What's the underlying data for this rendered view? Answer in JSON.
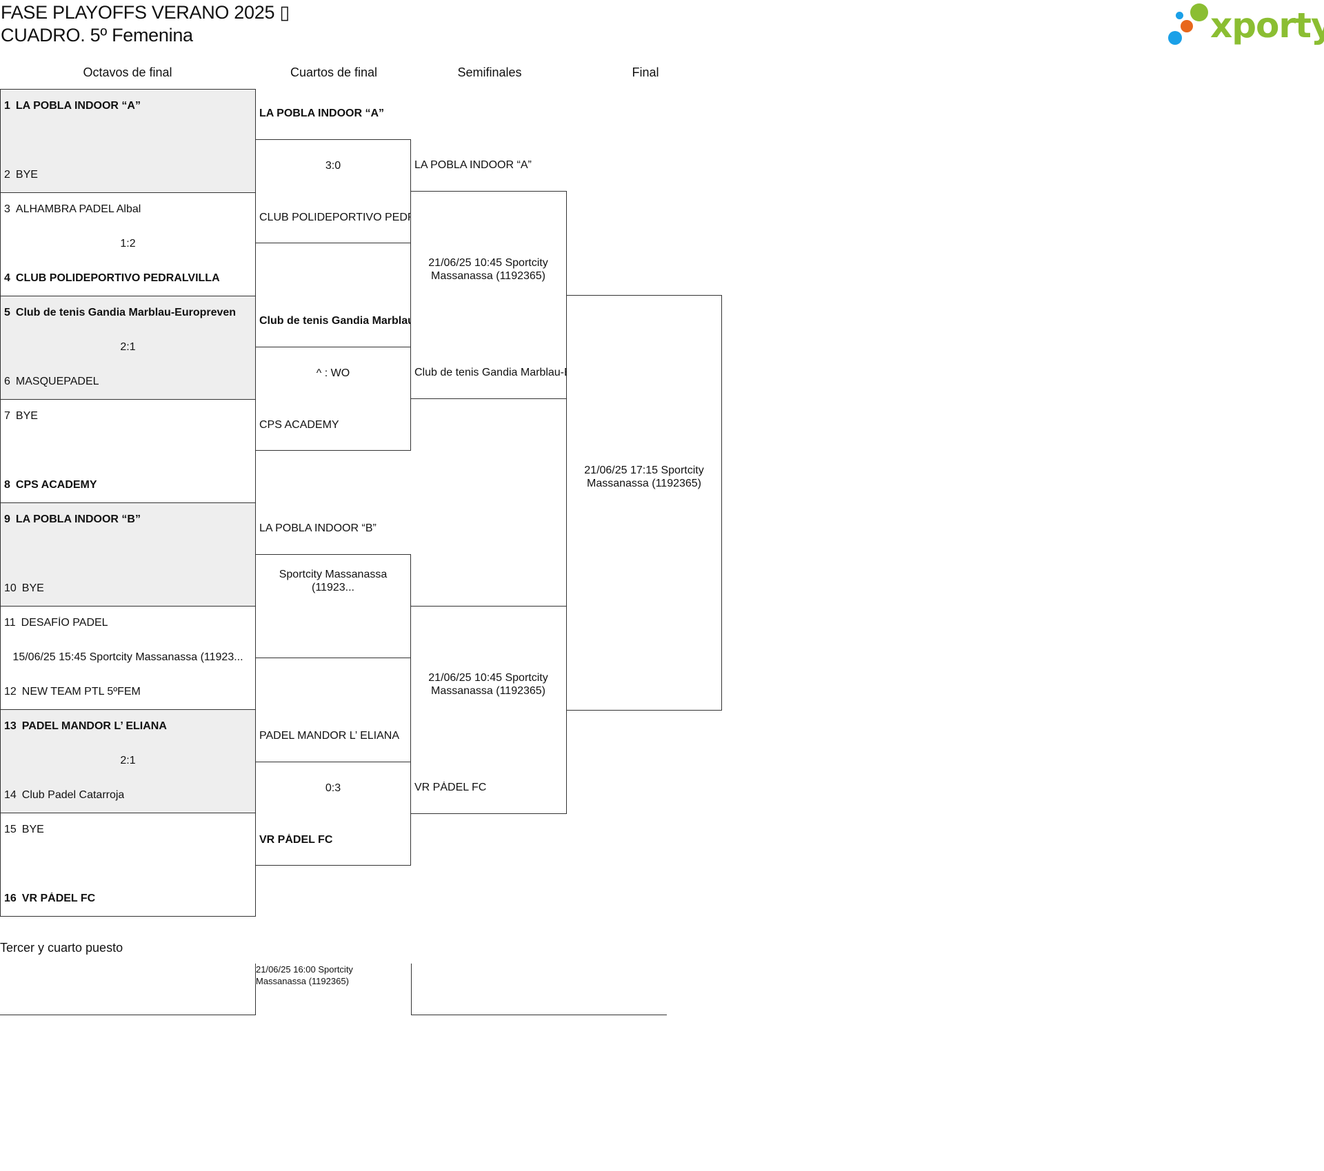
{
  "header": {
    "title_line1": "FASE PLAYOFFS VERANO 2025 ▯",
    "title_line2": "CUADRO. 5º Femenina",
    "logo_text": "xporty",
    "colors": {
      "logo_green": "#8bbe32",
      "logo_orange": "#e8671c",
      "logo_blue": "#1aa0e8",
      "grey_box": "#eeeeee",
      "border": "#333333"
    }
  },
  "columns": {
    "r16": "Octavos de final",
    "qf": "Cuartos de final",
    "sf": "Semifinales",
    "final": "Final"
  },
  "round_of_16": [
    {
      "top_num": "1",
      "top": "LA POBLA INDOOR “A”",
      "mid": "",
      "bot_num": "2",
      "bot": "BYE"
    },
    {
      "top_num": "3",
      "top": "ALHAMBRA PADEL Albal",
      "mid": "1:2",
      "bot_num": "4",
      "bot": "CLUB POLIDEPORTIVO PEDRALVILLA"
    },
    {
      "top_num": "5",
      "top": "Club de tenis Gandia Marblau-Europreven",
      "mid": "2:1",
      "bot_num": "6",
      "bot": "MASQUEPADEL"
    },
    {
      "top_num": "7",
      "top": "BYE",
      "mid": "",
      "bot_num": "8",
      "bot": "CPS ACADEMY"
    },
    {
      "top_num": "9",
      "top": "LA POBLA INDOOR “B”",
      "mid": "",
      "bot_num": "10",
      "bot": "BYE"
    },
    {
      "top_num": "11",
      "top": "DESAFÍO PADEL",
      "mid": "15/06/25 15:45 Sportcity Massanassa (11923...",
      "bot_num": "12",
      "bot": "NEW TEAM PTL 5ºFEM"
    },
    {
      "top_num": "13",
      "top": "PADEL MANDOR L’ ELIANA",
      "mid": "2:1",
      "bot_num": "14",
      "bot": "Club Padel Catarroja"
    },
    {
      "top_num": "15",
      "top": "BYE",
      "mid": "",
      "bot_num": "16",
      "bot": "VR PÁDEL FC"
    }
  ],
  "quarterfinals": [
    {
      "top": "LA POBLA INDOOR “A”",
      "mid": "3:0",
      "bot": "CLUB POLIDEPORTIVO PEDRALVILLA"
    },
    {
      "top": "Club de tenis Gandia Marblau-Europreven",
      "mid": "^ : WO",
      "bot": "CPS ACADEMY"
    },
    {
      "top": "LA POBLA INDOOR “B”",
      "mid": "Sportcity Massanassa (11923...",
      "bot": ""
    },
    {
      "top": "PADEL MANDOR L’ ELIANA",
      "mid": "0:3",
      "bot": "VR PÁDEL FC"
    }
  ],
  "semifinals": [
    {
      "top": "LA POBLA INDOOR “A”",
      "mid": "21/06/25 10:45 Sportcity Massanassa (1192365)",
      "bot": "Club de tenis Gandia Marblau-Europreven"
    },
    {
      "top": "",
      "mid": "21/06/25 10:45 Sportcity Massanassa (1192365)",
      "bot": "VR PÁDEL FC"
    }
  ],
  "final": {
    "mid": "21/06/25 17:15 Sportcity Massanassa (1192365)"
  },
  "third_place": {
    "label": "Tercer y cuarto puesto",
    "mid": "21/06/25 16:00 Sportcity Massanassa (1192365)"
  }
}
